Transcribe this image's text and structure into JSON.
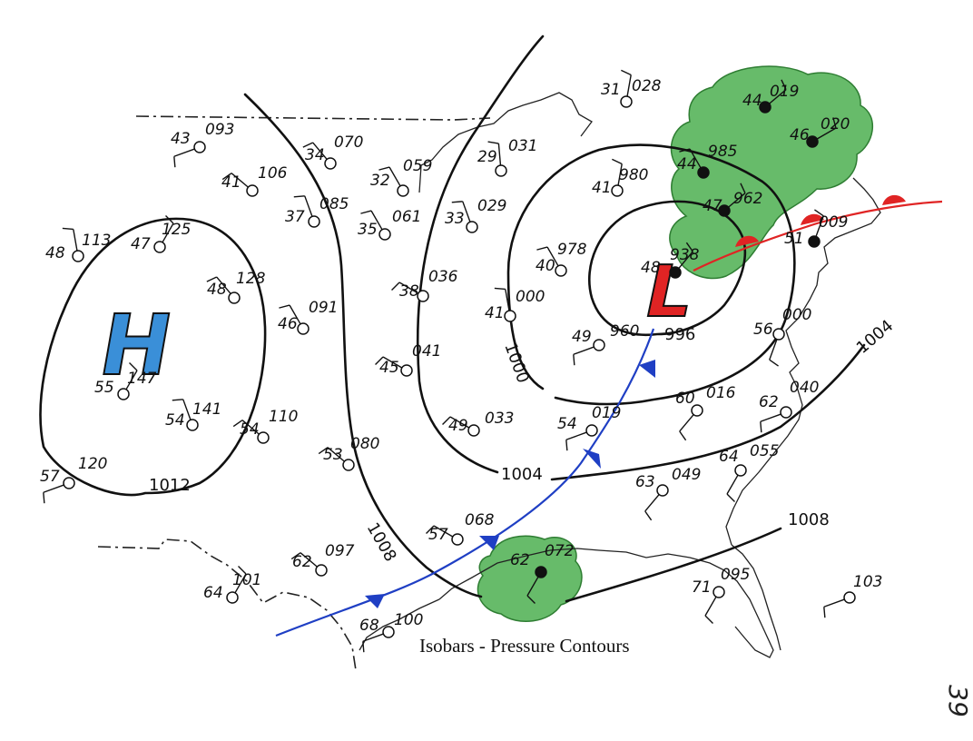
{
  "caption": "Isobars - Pressure Contours",
  "page_number": "39",
  "pressure_centers": [
    {
      "symbol": "H",
      "color": "#3a8fd8"
    },
    {
      "symbol": "L",
      "color": "#e02424"
    }
  ],
  "isobar_labels": [
    "1012",
    "1008",
    "1004",
    "1000",
    "996",
    "1004",
    "1008"
  ],
  "colors": {
    "precip_green": "#4caf50",
    "cold_front": "#1f3fc4",
    "warm_front": "#e02424"
  },
  "stations": [
    {
      "temp": "43",
      "pressure": "093"
    },
    {
      "temp": "34",
      "pressure": "070"
    },
    {
      "temp": "41",
      "pressure": "106"
    },
    {
      "temp": "32",
      "pressure": "059"
    },
    {
      "temp": "37",
      "pressure": "085"
    },
    {
      "temp": "35",
      "pressure": "061"
    },
    {
      "temp": "29",
      "pressure": "031"
    },
    {
      "temp": "33",
      "pressure": "029"
    },
    {
      "temp": "31",
      "pressure": "028"
    },
    {
      "temp": "48",
      "pressure": "113"
    },
    {
      "temp": "47",
      "pressure": "125"
    },
    {
      "temp": "48",
      "pressure": "128"
    },
    {
      "temp": "46",
      "pressure": "091"
    },
    {
      "temp": "55",
      "pressure": "147"
    },
    {
      "temp": "54",
      "pressure": "141"
    },
    {
      "temp": "54",
      "pressure": "110"
    },
    {
      "temp": "57",
      "pressure": "120"
    },
    {
      "temp": "38",
      "pressure": "036"
    },
    {
      "temp": "45",
      "pressure": "041"
    },
    {
      "temp": "53",
      "pressure": "080"
    },
    {
      "temp": "49",
      "pressure": "033"
    },
    {
      "temp": "41",
      "pressure": "000"
    },
    {
      "temp": "40",
      "pressure": "978"
    },
    {
      "temp": "41",
      "pressure": "980"
    },
    {
      "temp": "44",
      "pressure": "019"
    },
    {
      "temp": "46",
      "pressure": "020"
    },
    {
      "temp": "44",
      "pressure": "985"
    },
    {
      "temp": "47",
      "pressure": "962"
    },
    {
      "temp": "48",
      "pressure": "938"
    },
    {
      "temp": "51",
      "pressure": "009"
    },
    {
      "temp": "49",
      "pressure": "960"
    },
    {
      "temp": "56",
      "pressure": "000"
    },
    {
      "temp": "54",
      "pressure": "019"
    },
    {
      "temp": "60",
      "pressure": "016"
    },
    {
      "temp": "62",
      "pressure": "040"
    },
    {
      "temp": "63",
      "pressure": "049"
    },
    {
      "temp": "64",
      "pressure": "055"
    },
    {
      "temp": "57",
      "pressure": "068"
    },
    {
      "temp": "62",
      "pressure": "072"
    },
    {
      "temp": "62",
      "pressure": "097"
    },
    {
      "temp": "64",
      "pressure": "101"
    },
    {
      "temp": "68",
      "pressure": "100"
    },
    {
      "temp": "71",
      "pressure": "095"
    },
    {
      "temp": "",
      "pressure": "103"
    }
  ]
}
